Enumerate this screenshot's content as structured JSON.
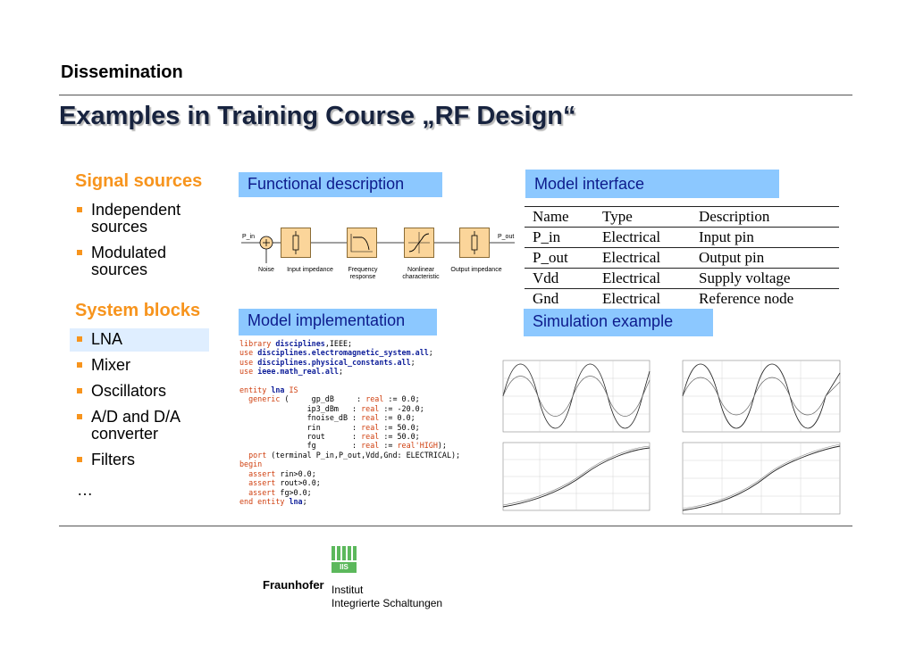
{
  "header": {
    "section_title": "Dissemination",
    "main_title": "Examples in Training Course „RF Design“"
  },
  "sidebar": {
    "group1_title": "Signal sources",
    "group1_items": [
      "Independent sources",
      "Modulated sources"
    ],
    "group2_title": "System blocks",
    "group2_items": [
      "LNA",
      "Mixer",
      "Oscillators",
      "A/D and D/A converter",
      "Filters"
    ],
    "ellipsis": "…"
  },
  "panels": {
    "functional_description": "Functional description",
    "model_interface": "Model interface",
    "model_implementation": "Model implementation",
    "simulation_example": "Simulation example"
  },
  "diagram": {
    "input_label": "P_in",
    "output_label": "P_out",
    "captions": [
      "Noise",
      "Input impedance",
      "Frequency response",
      "Nonlinear characteristic",
      "Output impedance"
    ]
  },
  "interface_table": {
    "headers": [
      "Name",
      "Type",
      "Description"
    ],
    "rows": [
      [
        "P_in",
        "Electrical",
        "Input pin"
      ],
      [
        "P_out",
        "Electrical",
        "Output pin"
      ],
      [
        "Vdd",
        "Electrical",
        "Supply voltage"
      ],
      [
        "Gnd",
        "Electrical",
        "Reference node"
      ]
    ]
  },
  "footer": {
    "brand": "Fraunhofer",
    "institute_line1": "Institut",
    "institute_line2": "Integrierte Schaltungen",
    "logo_text": "IIS"
  },
  "colors": {
    "accent_orange": "#f7941d",
    "label_blue": "#8cc8ff",
    "title_navy": "#17233f",
    "logo_green": "#5cb85c"
  }
}
